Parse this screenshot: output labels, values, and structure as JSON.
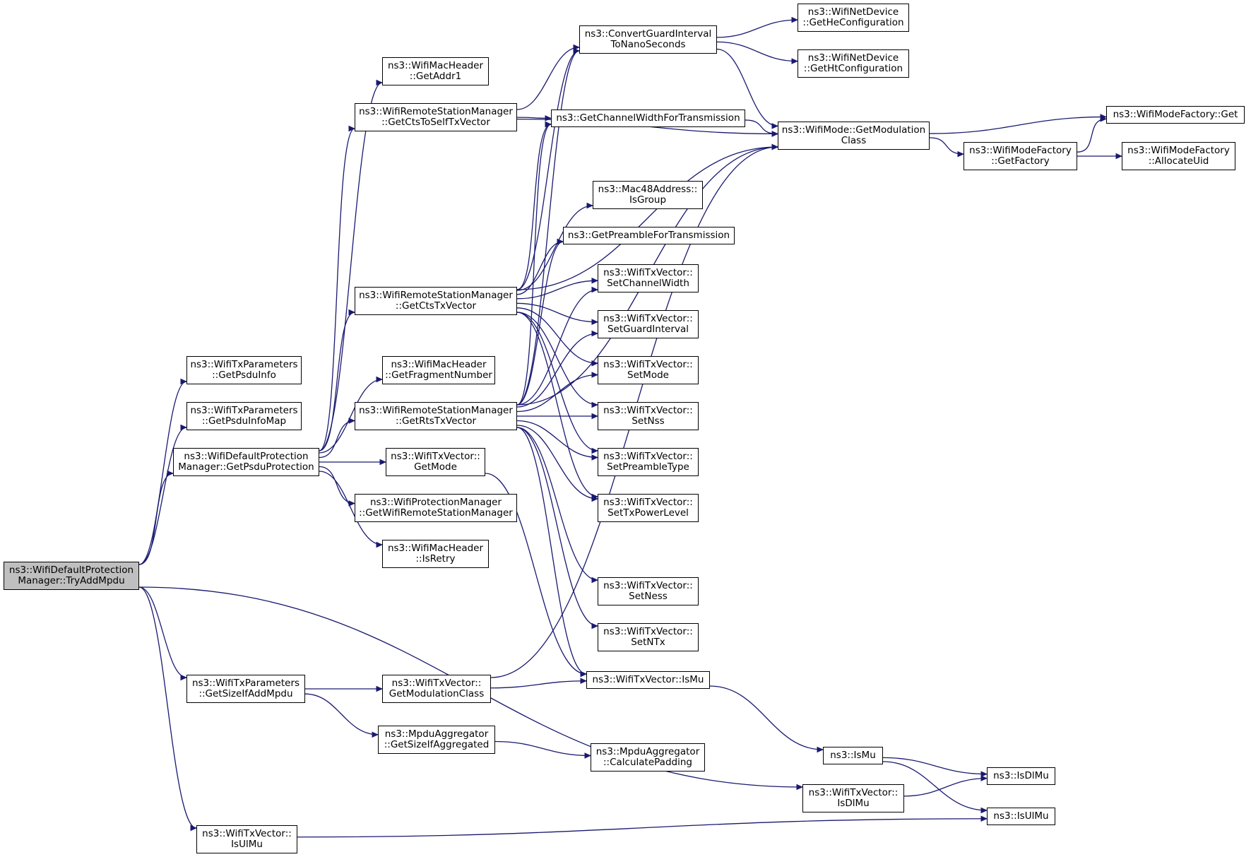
{
  "colors": {
    "edge": "#191970",
    "node_border": "#000000",
    "root_fill": "#bfbfbf",
    "node_fill": "#ffffff"
  },
  "nodes": [
    {
      "id": "root",
      "lines": [
        "ns3::WifiDefaultProtection",
        "Manager::TryAddMpdu"
      ],
      "root": true
    },
    {
      "id": "getpsduinfo",
      "lines": [
        "ns3::WifiTxParameters",
        "::GetPsduInfo"
      ]
    },
    {
      "id": "getpsduinfomap",
      "lines": [
        "ns3::WifiTxParameters",
        "::GetPsduInfoMap"
      ]
    },
    {
      "id": "getpsduprotection",
      "lines": [
        "ns3::WifiDefaultProtection",
        "Manager::GetPsduProtection"
      ]
    },
    {
      "id": "getsizeifaddmpdu",
      "lines": [
        "ns3::WifiTxParameters",
        "::GetSizeIfAddMpdu"
      ]
    },
    {
      "id": "txv_isulmu",
      "lines": [
        "ns3::WifiTxVector::",
        "IsUlMu"
      ]
    },
    {
      "id": "getaddr1",
      "lines": [
        "ns3::WifiMacHeader",
        "::GetAddr1"
      ]
    },
    {
      "id": "getctstoself",
      "lines": [
        "ns3::WifiRemoteStationManager",
        "::GetCtsToSelfTxVector"
      ]
    },
    {
      "id": "getctstx",
      "lines": [
        "ns3::WifiRemoteStationManager",
        "::GetCtsTxVector"
      ]
    },
    {
      "id": "getfragnum",
      "lines": [
        "ns3::WifiMacHeader",
        "::GetFragmentNumber"
      ]
    },
    {
      "id": "getrtstx",
      "lines": [
        "ns3::WifiRemoteStationManager",
        "::GetRtsTxVector"
      ]
    },
    {
      "id": "getmode",
      "lines": [
        "ns3::WifiTxVector::",
        "GetMode"
      ]
    },
    {
      "id": "getwrsm",
      "lines": [
        "ns3::WifiProtectionManager",
        "::GetWifiRemoteStationManager"
      ]
    },
    {
      "id": "isretry",
      "lines": [
        "ns3::WifiMacHeader",
        "::IsRetry"
      ]
    },
    {
      "id": "getmodclass_txv",
      "lines": [
        "ns3::WifiTxVector::",
        "GetModulationClass"
      ]
    },
    {
      "id": "getsizeifagg",
      "lines": [
        "ns3::MpduAggregator",
        "::GetSizeIfAggregated"
      ]
    },
    {
      "id": "convertgi",
      "lines": [
        "ns3::ConvertGuardInterval",
        "ToNanoSeconds"
      ]
    },
    {
      "id": "getchwidth",
      "lines": [
        "ns3::GetChannelWidthForTransmission"
      ]
    },
    {
      "id": "isgroup",
      "lines": [
        "ns3::Mac48Address::",
        "IsGroup"
      ]
    },
    {
      "id": "getpreamble",
      "lines": [
        "ns3::GetPreambleForTransmission"
      ]
    },
    {
      "id": "setchwidth",
      "lines": [
        "ns3::WifiTxVector::",
        "SetChannelWidth"
      ]
    },
    {
      "id": "setgi",
      "lines": [
        "ns3::WifiTxVector::",
        "SetGuardInterval"
      ]
    },
    {
      "id": "setmode",
      "lines": [
        "ns3::WifiTxVector::",
        "SetMode"
      ]
    },
    {
      "id": "setnss",
      "lines": [
        "ns3::WifiTxVector::",
        "SetNss"
      ]
    },
    {
      "id": "setpreamble",
      "lines": [
        "ns3::WifiTxVector::",
        "SetPreambleType"
      ]
    },
    {
      "id": "settxpower",
      "lines": [
        "ns3::WifiTxVector::",
        "SetTxPowerLevel"
      ]
    },
    {
      "id": "setness",
      "lines": [
        "ns3::WifiTxVector::",
        "SetNess"
      ]
    },
    {
      "id": "setntx",
      "lines": [
        "ns3::WifiTxVector::",
        "SetNTx"
      ]
    },
    {
      "id": "txv_ismu",
      "lines": [
        "ns3::WifiTxVector::IsMu"
      ]
    },
    {
      "id": "calcpadding",
      "lines": [
        "ns3::MpduAggregator",
        "::CalculatePadding"
      ]
    },
    {
      "id": "txv_isdlmu",
      "lines": [
        "ns3::WifiTxVector::",
        "IsDlMu"
      ]
    },
    {
      "id": "getheconf",
      "lines": [
        "ns3::WifiNetDevice",
        "::GetHeConfiguration"
      ]
    },
    {
      "id": "gethtconf",
      "lines": [
        "ns3::WifiNetDevice",
        "::GetHtConfiguration"
      ]
    },
    {
      "id": "getmodclass_mode",
      "lines": [
        "ns3::WifiMode::GetModulation",
        "Class"
      ]
    },
    {
      "id": "ismu",
      "lines": [
        "ns3::IsMu"
      ]
    },
    {
      "id": "isdlmu",
      "lines": [
        "ns3::IsDlMu"
      ]
    },
    {
      "id": "isulmu",
      "lines": [
        "ns3::IsUlMu"
      ]
    },
    {
      "id": "getfactory",
      "lines": [
        "ns3::WifiModeFactory",
        "::GetFactory"
      ]
    },
    {
      "id": "factoryget",
      "lines": [
        "ns3::WifiModeFactory::Get"
      ]
    },
    {
      "id": "allocateuid",
      "lines": [
        "ns3::WifiModeFactory",
        "::AllocateUid"
      ]
    }
  ],
  "edges": [
    [
      "root",
      "getpsduinfo"
    ],
    [
      "root",
      "getpsduinfomap"
    ],
    [
      "root",
      "getpsduprotection"
    ],
    [
      "root",
      "getsizeifaddmpdu"
    ],
    [
      "root",
      "txv_isdlmu"
    ],
    [
      "root",
      "txv_isulmu"
    ],
    [
      "getpsduprotection",
      "getaddr1"
    ],
    [
      "getpsduprotection",
      "getctstoself"
    ],
    [
      "getpsduprotection",
      "getctstx"
    ],
    [
      "getpsduprotection",
      "getfragnum"
    ],
    [
      "getpsduprotection",
      "getrtstx"
    ],
    [
      "getpsduprotection",
      "getmode"
    ],
    [
      "getpsduprotection",
      "getwrsm"
    ],
    [
      "getpsduprotection",
      "isretry"
    ],
    [
      "getctstoself",
      "convertgi"
    ],
    [
      "getctstoself",
      "getchwidth"
    ],
    [
      "getctstoself",
      "getmodclass_mode"
    ],
    [
      "getctstx",
      "convertgi"
    ],
    [
      "getctstx",
      "getchwidth"
    ],
    [
      "getctstx",
      "getmodclass_mode"
    ],
    [
      "getctstx",
      "isgroup"
    ],
    [
      "getctstx",
      "getpreamble"
    ],
    [
      "getctstx",
      "setchwidth"
    ],
    [
      "getctstx",
      "setgi"
    ],
    [
      "getctstx",
      "setmode"
    ],
    [
      "getctstx",
      "setnss"
    ],
    [
      "getctstx",
      "setpreamble"
    ],
    [
      "getctstx",
      "settxpower"
    ],
    [
      "getrtstx",
      "convertgi"
    ],
    [
      "getrtstx",
      "getchwidth"
    ],
    [
      "getrtstx",
      "getmodclass_mode"
    ],
    [
      "getrtstx",
      "getpreamble"
    ],
    [
      "getrtstx",
      "setchwidth"
    ],
    [
      "getrtstx",
      "setgi"
    ],
    [
      "getrtstx",
      "setmode"
    ],
    [
      "getrtstx",
      "setnss"
    ],
    [
      "getrtstx",
      "setpreamble"
    ],
    [
      "getrtstx",
      "settxpower"
    ],
    [
      "getrtstx",
      "setness"
    ],
    [
      "getrtstx",
      "setntx"
    ],
    [
      "getrtstx",
      "txv_ismu"
    ],
    [
      "getmode",
      "txv_ismu"
    ],
    [
      "getsizeifaddmpdu",
      "getmodclass_txv"
    ],
    [
      "getsizeifaddmpdu",
      "getsizeifagg"
    ],
    [
      "getmodclass_txv",
      "txv_ismu"
    ],
    [
      "getmodclass_txv",
      "getmodclass_mode"
    ],
    [
      "getsizeifagg",
      "calcpadding"
    ],
    [
      "convertgi",
      "getheconf"
    ],
    [
      "convertgi",
      "gethtconf"
    ],
    [
      "convertgi",
      "getmodclass_mode"
    ],
    [
      "getchwidth",
      "getmodclass_mode"
    ],
    [
      "getmodclass_mode",
      "factoryget"
    ],
    [
      "getmodclass_mode",
      "getfactory"
    ],
    [
      "getfactory",
      "factoryget"
    ],
    [
      "getfactory",
      "allocateuid"
    ],
    [
      "txv_ismu",
      "ismu"
    ],
    [
      "ismu",
      "isdlmu"
    ],
    [
      "ismu",
      "isulmu"
    ],
    [
      "txv_isdlmu",
      "isdlmu"
    ],
    [
      "txv_isulmu",
      "isulmu"
    ]
  ]
}
